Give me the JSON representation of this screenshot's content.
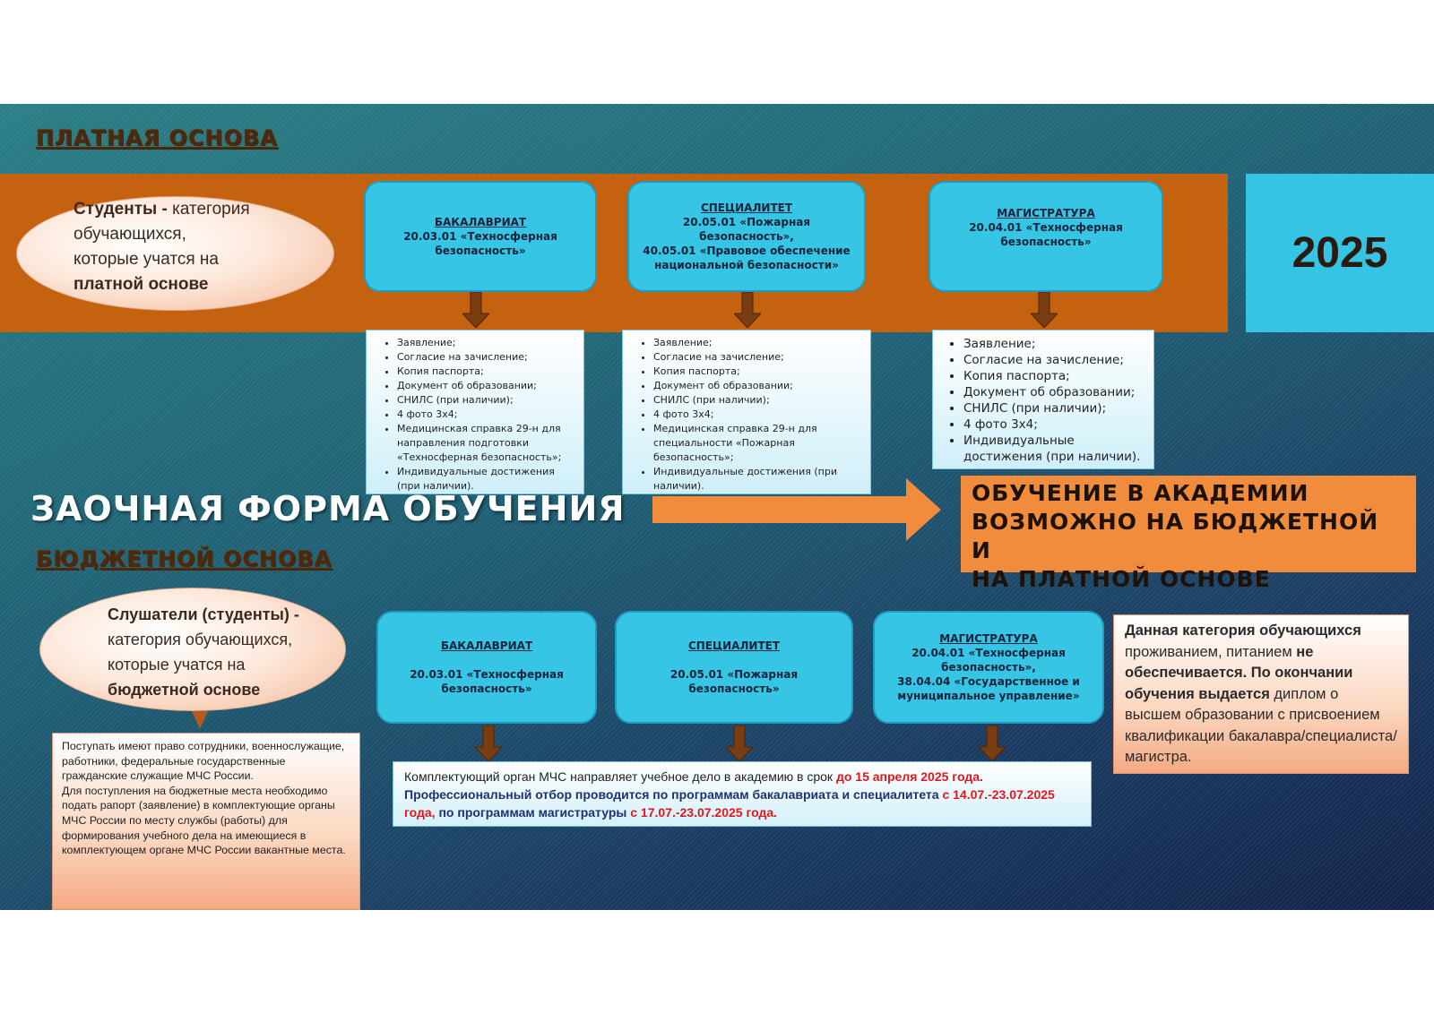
{
  "year": "2025",
  "paid": {
    "section_label": "ПЛАТНАЯ ОСНОВА",
    "ellipse": {
      "bold": "Студенты -",
      "line1_rest": " категория",
      "line2": "обучающихся,",
      "line3": "которые учатся на",
      "line4_bold": "платной основе"
    },
    "cards": [
      {
        "title": "БАКАЛАВРИАТ",
        "l1": "20.03.01 «Техносферная",
        "l2": "безопасность»",
        "l3": ""
      },
      {
        "title": "СПЕЦИАЛИТЕТ",
        "l1": "20.05.01 «Пожарная безопасность»,",
        "l2": "40.05.01 «Правовое обеспечение",
        "l3": "национальной безопасности»"
      },
      {
        "title": "МАГИСТРАТУРА",
        "l1": "20.04.01 «Техносферная",
        "l2": "безопасность»",
        "l3": ""
      }
    ],
    "doc_lists": [
      [
        "Заявление;",
        "Согласие на зачисление;",
        "Копия паспорта;",
        "Документ об образовании;",
        "СНИЛС (при наличии);",
        "4 фото 3х4;",
        "Медицинская справка 29-н для направления подготовки «Техносферная безопасность»;",
        "Индивидуальные достижения (при наличии)."
      ],
      [
        "Заявление;",
        "Согласие на зачисление;",
        "Копия паспорта;",
        "Документ об образовании;",
        "СНИЛС (при наличии);",
        "4 фото 3х4;",
        "Медицинская справка 29-н для специальности «Пожарная безопасность»;",
        "Индивидуальные достижения (при наличии)."
      ],
      [
        "Заявление;",
        "Согласие на зачисление;",
        "Копия паспорта;",
        "Документ об образовании;",
        "СНИЛС (при наличии);",
        "4 фото 3х4;",
        "Индивидуальные достижения (при наличии)."
      ]
    ]
  },
  "main_title": "ЗАОЧНАЯ ФОРМА ОБУЧЕНИЯ",
  "callout": {
    "l1": "ОБУЧЕНИЕ В АКАДЕМИИ",
    "l2": "ВОЗМОЖНО НА БЮДЖЕТНОЙ И",
    "l3": "НА ПЛАТНОЙ ОСНОВЕ"
  },
  "budget": {
    "section_label": "БЮДЖЕТНОЙ ОСНОВА",
    "ellipse": {
      "bold": "Слушатели (студенты) -",
      "line2": "категория обучающихся,",
      "line3": "которые учатся на",
      "line4_bold": "бюджетной основе"
    },
    "cards": [
      {
        "title": "БАКАЛАВРИАТ",
        "l1": "20.03.01 «Техносферная",
        "l2": "безопасность»",
        "l3": "",
        "l4": ""
      },
      {
        "title": "СПЕЦИАЛИТЕТ",
        "l1": "20.05.01 «Пожарная безопасность»",
        "l2": "",
        "l3": "",
        "l4": ""
      },
      {
        "title": "МАГИСТРАТУРА",
        "l1": "20.04.01 «Техносферная",
        "l2": "безопасность»,",
        "l3": "38.04.04 «Государственное и",
        "l4": "муниципальное управление»"
      }
    ],
    "rights_text": "Поступать имеют право сотрудники, военнослужащие, работники, федеральные государственные гражданские служащие МЧС России.",
    "procedure_text": "Для поступления на бюджетные места необходимо подать рапорт (заявление) в комплектующие органы МЧС России по месту службы (работы) для формирования учебного дела на имеющиеся в комплектующем органе МЧС России вакантные места.",
    "info": {
      "p1": "Комплектующий орган МЧС направляет учебное дело в академию в срок ",
      "p1_red": "до 15 апреля 2025 года.",
      "p2_navy": "Профессиональный отбор проводится по программам бакалавриата и специалитета ",
      "p2_red": "с 14.07.-23.07.2025 года,",
      "p3_navy": " по программам магистратуры ",
      "p3_red": "с 17.07.-23.07.2025 года."
    },
    "note": {
      "b1": "Данная категория обучающихся",
      "t1": " проживанием, питанием ",
      "b2": "не обеспечивается. По окончании обучения выдается",
      "t2": " диплом о высшем образовании с присвоением квалификации бакалавра/специалиста/магистра."
    }
  },
  "colors": {
    "band": "#c4620f",
    "cyan": "#37c5e6",
    "callout": "#f08c3b",
    "deadline": "#e0181b",
    "navy": "#1f3270"
  },
  "icons": [
    "arrow-down-icon",
    "arrow-right-icon"
  ]
}
